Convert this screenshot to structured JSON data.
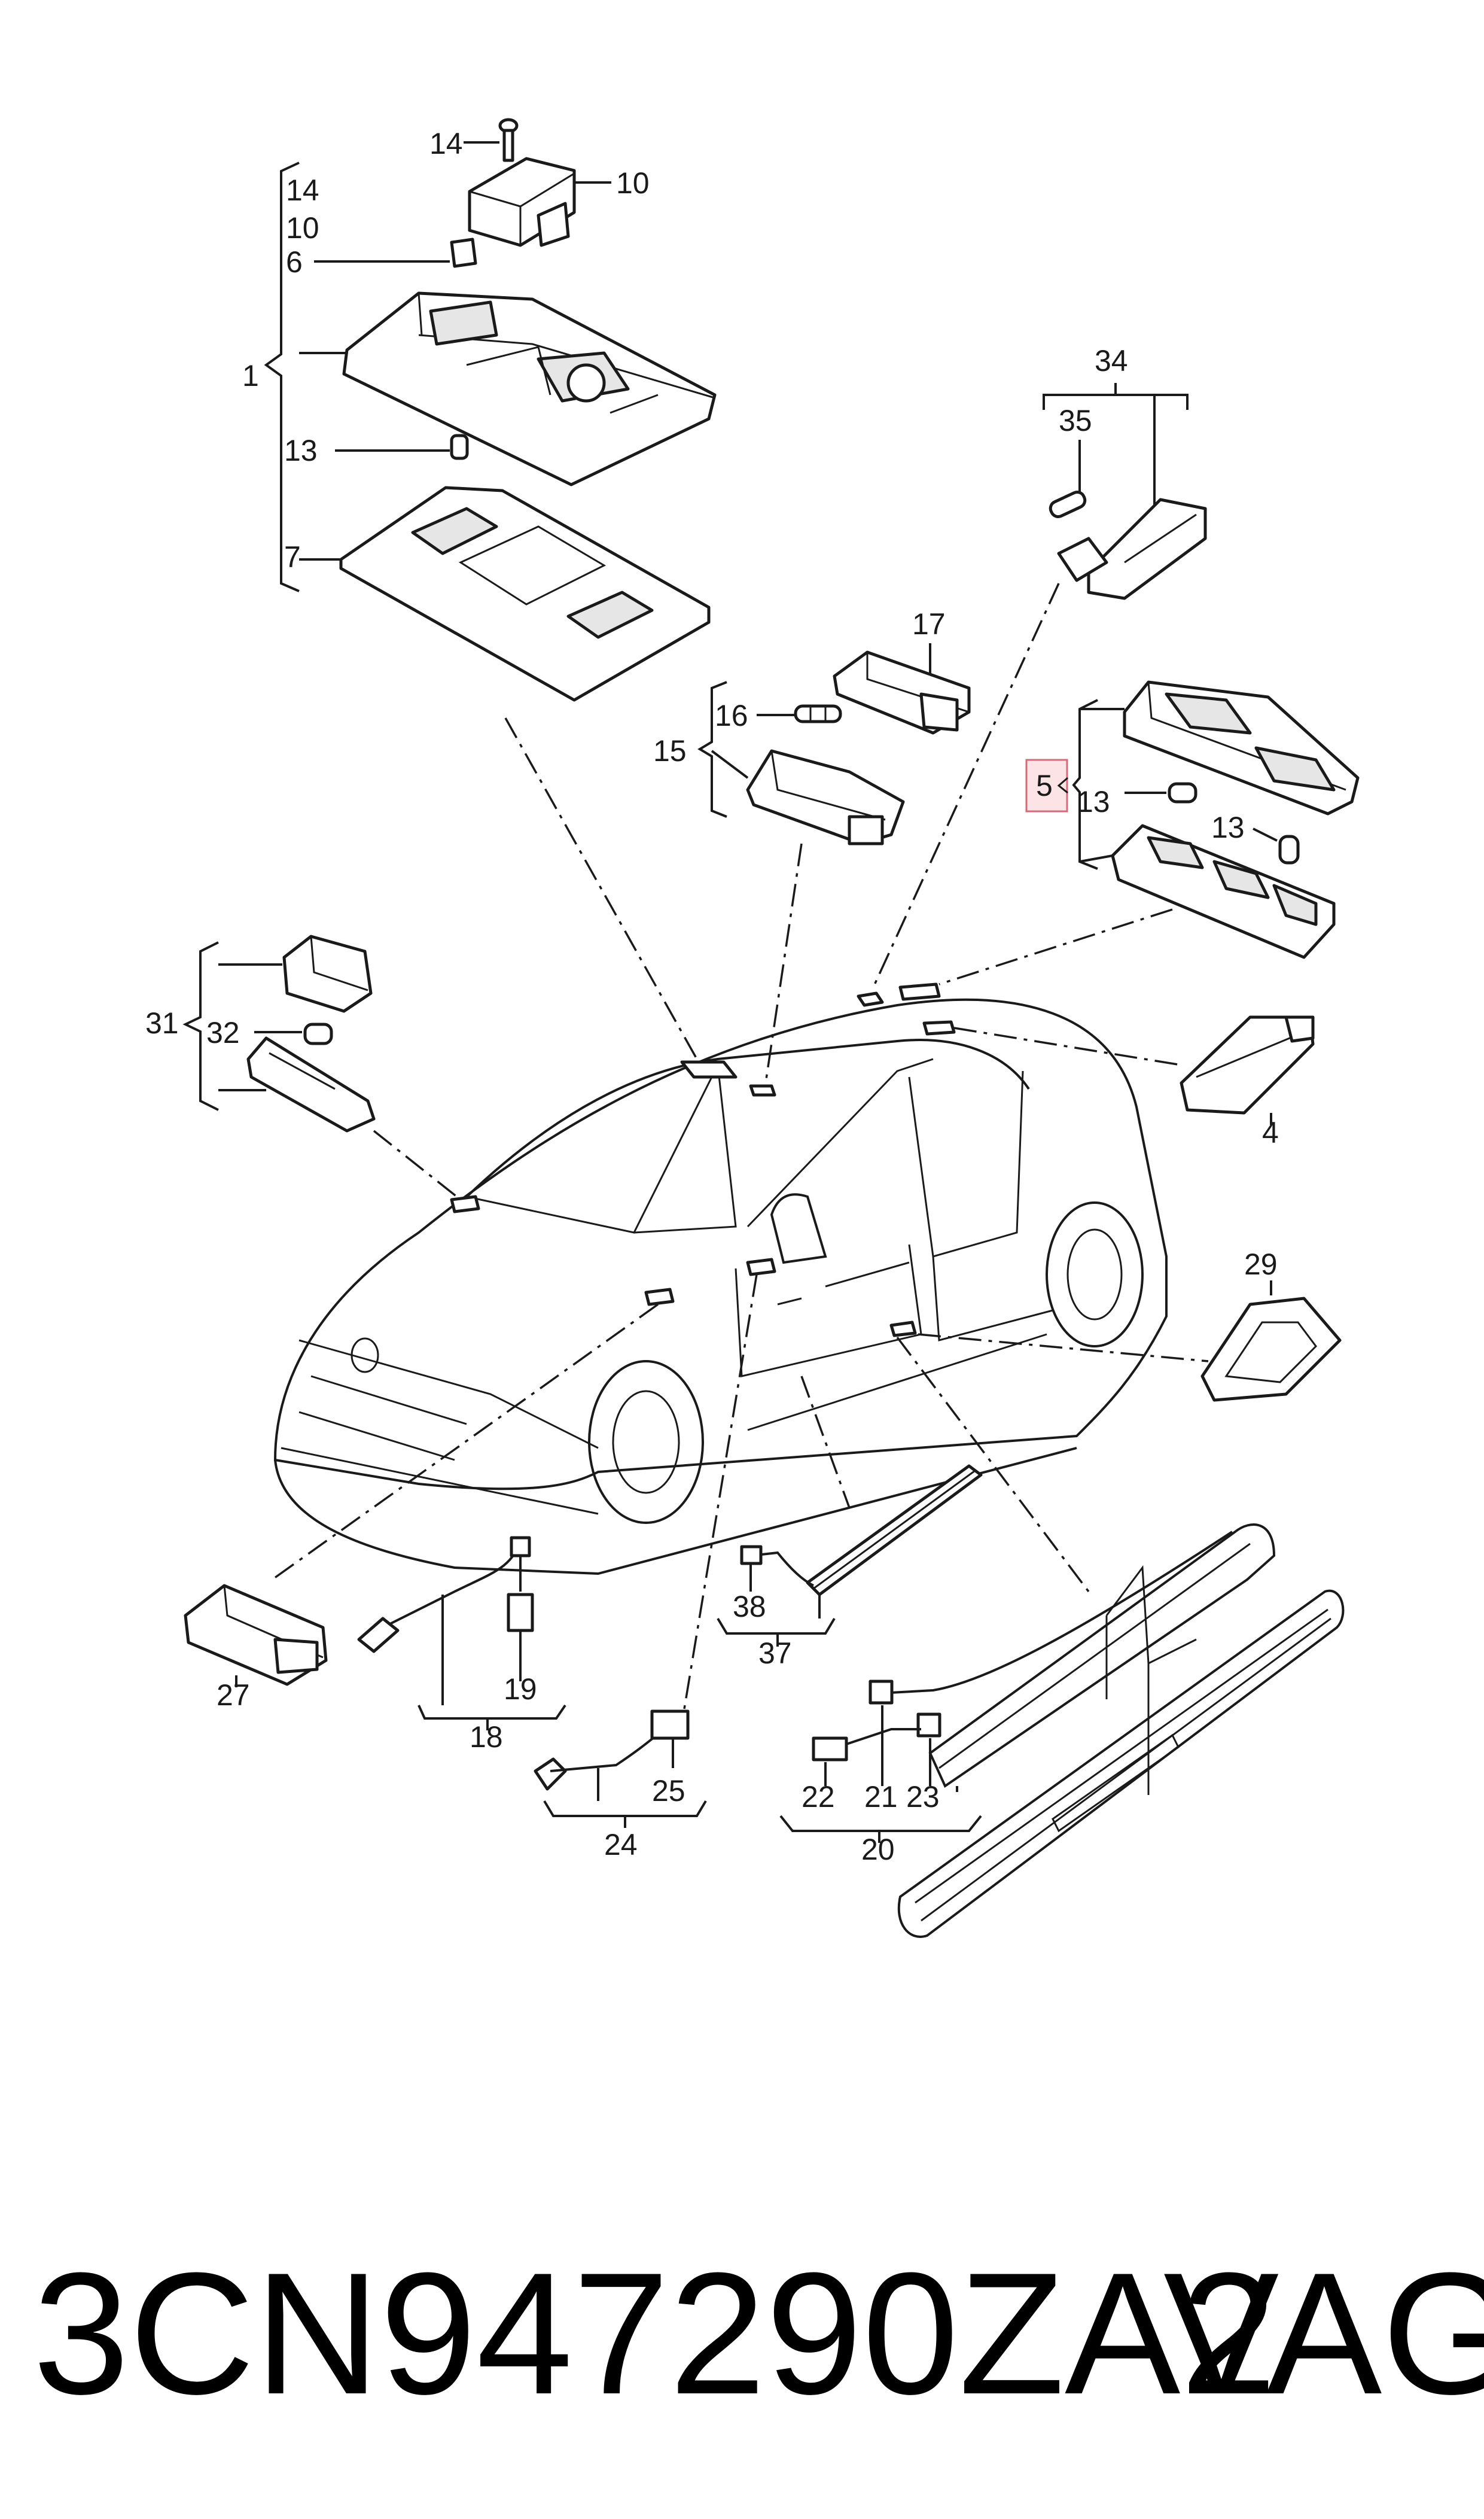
{
  "diagram": {
    "callouts": {
      "c1": "1",
      "c4": "4",
      "c5": "5",
      "c6": "6",
      "c7": "7",
      "c10a": "10",
      "c10b": "10",
      "c13a": "13",
      "c13b": "13",
      "c13c": "13",
      "c14a": "14",
      "c14b": "14",
      "c15": "15",
      "c16": "16",
      "c17": "17",
      "c18": "18",
      "c19": "19",
      "c20": "20",
      "c21": "21",
      "c22": "22",
      "c23": "23",
      "c24": "24",
      "c25": "25",
      "c27": "27",
      "c29": "29",
      "c31": "31",
      "c32": "32",
      "c34": "34",
      "c35": "35",
      "c37": "37",
      "c38": "38"
    },
    "highlighted_callout": "5",
    "highlight_color": "#fbe3e6"
  },
  "footer": {
    "part_number": "3CN947290ZA2",
    "brand": "VAG"
  }
}
